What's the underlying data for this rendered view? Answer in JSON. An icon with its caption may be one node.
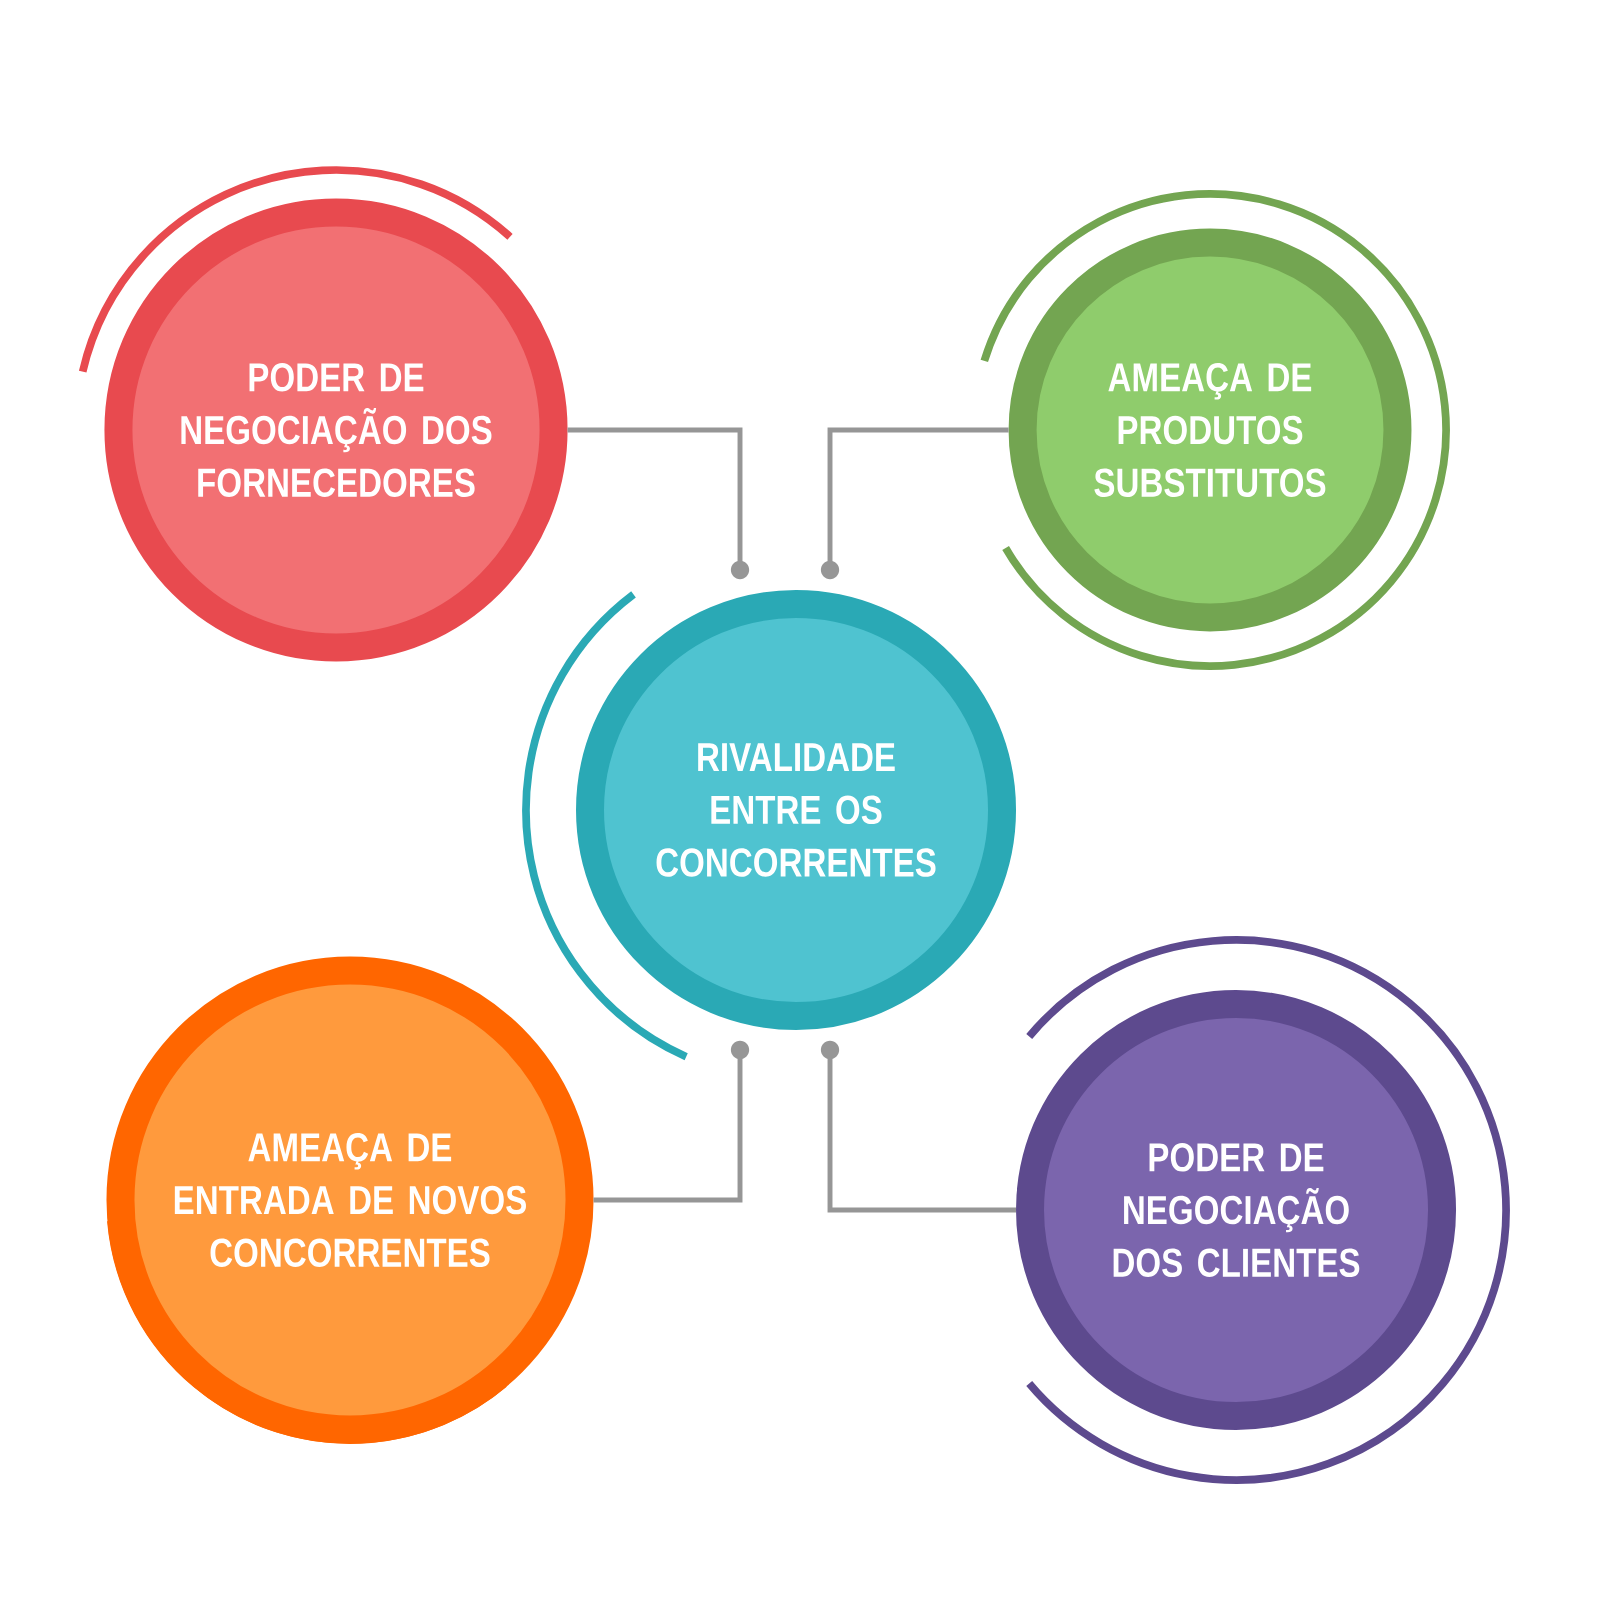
{
  "diagram": {
    "nodes": [
      {
        "text": [
          "PODER DE NEGOCIAÇÃO DOS FORNECEDORES"
        ]
      },
      {
        "text": [
          "AMEAÇA DE PRODUTOS SUBSTITUTOS"
        ]
      },
      {
        "text": [
          "RIVALIDADE ENTRE OS CONCORRENTES"
        ]
      },
      {
        "text": [
          "AMEAÇA DE ENTRADA DE NOVOS CONCORRENTES"
        ]
      },
      {
        "text": [
          "PODER DE NEGOCIAÇÃO DOS CLIENTES"
        ]
      }
    ],
    "edges": [
      {
        "from": 0,
        "to": 2,
        "arrow": "other"
      },
      {
        "from": 1,
        "to": 2,
        "arrow": "other"
      },
      {
        "from": 3,
        "to": 2,
        "arrow": "other"
      },
      {
        "from": 4,
        "to": 2,
        "arrow": "other"
      }
    ]
  }
}
